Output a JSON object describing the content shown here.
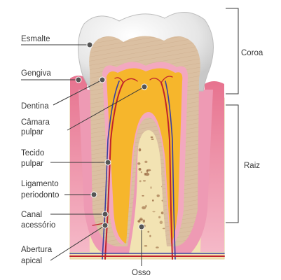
{
  "labels": {
    "esmalte": "Esmalte",
    "gengiva": "Gengiva",
    "dentina": "Dentina",
    "camara_1": "Câmara",
    "camara_2": "pulpar",
    "tecido_1": "Tecido",
    "tecido_2": "pulpar",
    "ligamento_1": "Ligamento",
    "ligamento_2": "periodonto",
    "canal_1": "Canal",
    "canal_2": "acessório",
    "abertura_1": "Abertura",
    "abertura_2": "apical",
    "osso": "Osso",
    "coroa": "Coroa",
    "raiz": "Raiz"
  },
  "colors": {
    "enamel": "#e9e9e9",
    "dentin": "#dbc0a2",
    "pulp": "#f6b62c",
    "gum": "#f2a6b8",
    "bone": "#f2e3b3",
    "bone_pores": "#9a6a43",
    "artery": "#c0232c",
    "vein": "#3a3fa0",
    "ligament": "#e88aa8"
  }
}
